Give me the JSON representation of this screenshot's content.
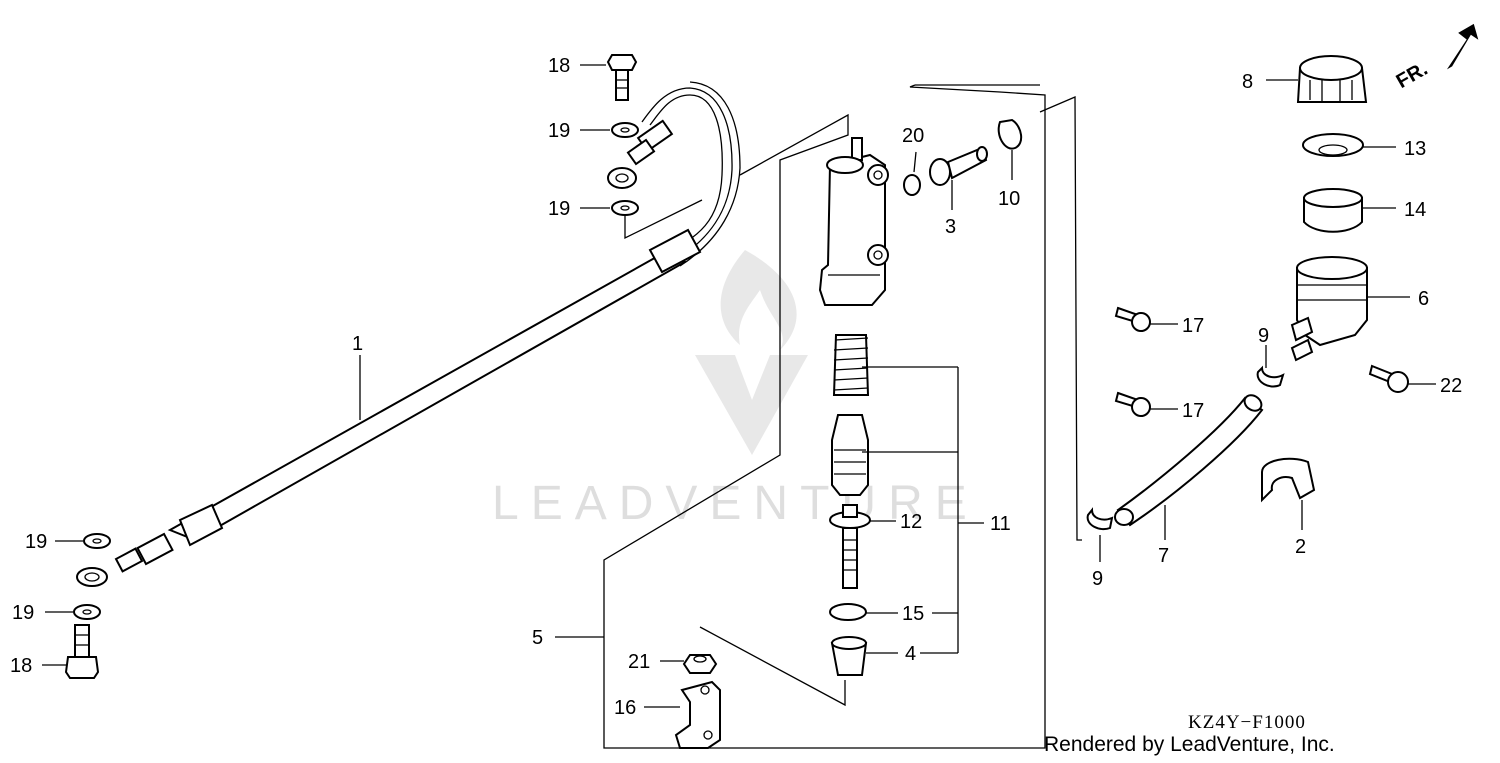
{
  "diagram": {
    "part_labels": {
      "p1": "1",
      "p2": "2",
      "p3": "3",
      "p4": "4",
      "p5": "5",
      "p6": "6",
      "p7": "7",
      "p8": "8",
      "p9a": "9",
      "p9b": "9",
      "p10": "10",
      "p11": "11",
      "p12": "12",
      "p13": "13",
      "p14": "14",
      "p15": "15",
      "p16": "16",
      "p17a": "17",
      "p17b": "17",
      "p18a": "18",
      "p18b": "18",
      "p19a": "19",
      "p19b": "19",
      "p19c": "19",
      "p19d": "19",
      "p20": "20",
      "p21": "21",
      "p22": "22"
    },
    "front_indicator": "FR.",
    "diagram_code": "KZ4Y−F1000",
    "credit": "Rendered by LeadVenture, Inc.",
    "watermark_text": "LEADVENTURE"
  }
}
